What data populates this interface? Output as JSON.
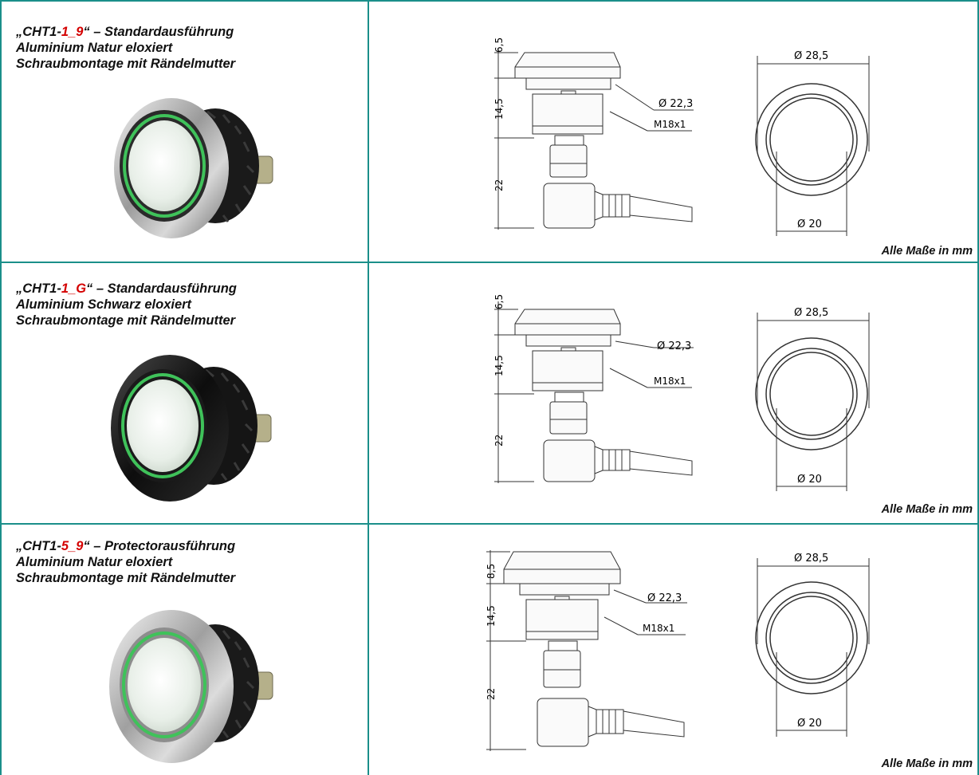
{
  "note": "Alle Maße in mm",
  "rows": [
    {
      "code_prefix": "„CHT1-",
      "code_variant": "1_9",
      "code_suffix": "“ – Standardausführung",
      "line2": "Aluminium Natur eloxiert",
      "line3": "Schraubmontage mit Rändelmutter",
      "dims": {
        "top": "6,5",
        "mid": "14,5",
        "low": "22",
        "inner_dia": "Ø 22,3",
        "thread": "M18x1",
        "outer_dia": "Ø 28,5",
        "lens_dia": "Ø 20"
      },
      "finish": "natural"
    },
    {
      "code_prefix": "„CHT1-",
      "code_variant": "1_G",
      "code_suffix": "“ – Standardausführung",
      "line2": "Aluminium Schwarz eloxiert",
      "line3": "Schraubmontage mit Rändelmutter",
      "dims": {
        "top": "6,5",
        "mid": "14,5",
        "low": "22",
        "inner_dia": "Ø 22,3",
        "thread": "M18x1",
        "outer_dia": "Ø 28,5",
        "lens_dia": "Ø 20"
      },
      "finish": "black"
    },
    {
      "code_prefix": "„CHT1-",
      "code_variant": "5_9",
      "code_suffix": "“ – Protectorausführung",
      "line2": "Aluminium Natur eloxiert",
      "line3": "Schraubmontage mit Rändelmutter",
      "dims": {
        "top": "8,5",
        "mid": "14,5",
        "low": "22",
        "inner_dia": "Ø 22,3",
        "thread": "M18x1",
        "outer_dia": "Ø 28,5",
        "lens_dia": "Ø 20"
      },
      "finish": "natural"
    }
  ],
  "colors": {
    "grid": "#1b8f8a",
    "variant_red": "#d40000",
    "led_green": "#3fc25a"
  }
}
